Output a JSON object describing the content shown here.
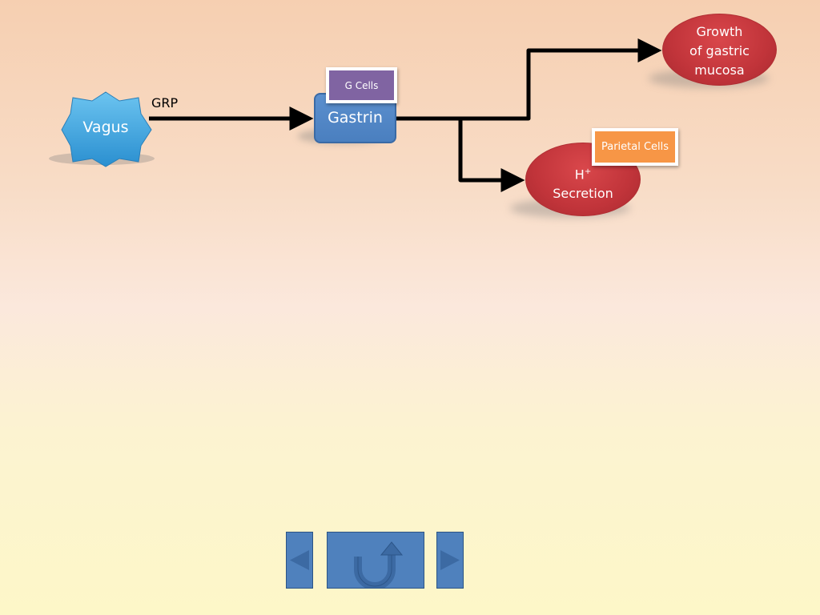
{
  "nodes": {
    "vagus": "Vagus",
    "gastrin": "Gastrin",
    "g_cells": "G Cells",
    "growth_line1": "Growth",
    "growth_line2": "of gastric",
    "growth_line3": "mucosa",
    "hplus_base": "H",
    "hplus_sup": "+",
    "hplus_line2": "Secretion",
    "parietal_cells": "Parietal Cells"
  },
  "edges": {
    "vagus_to_gastrin_label": "GRP"
  },
  "nav": {
    "prev_icon": "triangle-left-icon",
    "home_icon": "u-turn-arrow-icon",
    "next_icon": "triangle-right-icon"
  },
  "colors": {
    "vagus": "#3fa2dd",
    "gastrin": "#4f81bd",
    "g_cells": "#8064a2",
    "ellipse": "#c0393e",
    "parietal_cells": "#f79646",
    "nav_button": "#4f81bd"
  }
}
